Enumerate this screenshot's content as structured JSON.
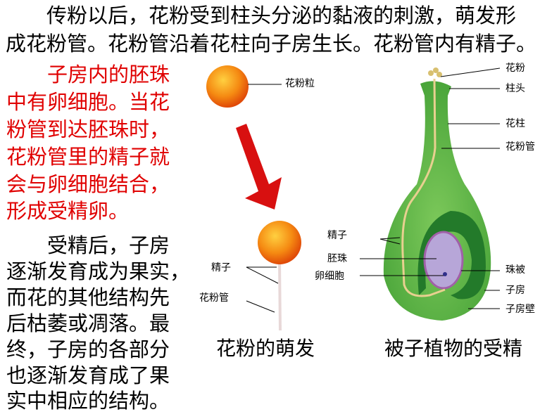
{
  "intro": [
    "　　传粉以后，花粉受到柱头分泌的黏液的刺激，萌发形",
    "成花粉管。花粉管沿着花柱向子房生长。花粉管内有精子。"
  ],
  "red_paragraph": [
    "　子房内的胚珠",
    "中有卵细胞。当花",
    "粉管到达胚珠时，",
    "花粉管里的精子就",
    "会与卵细胞结合，",
    "形成受精卵。"
  ],
  "black_paragraph": [
    "　受精后，子房",
    "逐渐发育成为果实，",
    "而花的其他结构先",
    "后枯萎或凋落。最",
    "终，子房的各部分",
    "也逐渐发育成了果",
    "实中相应的结构。"
  ],
  "pollen_figure": {
    "labels": {
      "grain": "花粉粒",
      "sperm": "精子",
      "tube": "花粉管"
    },
    "caption": "花粉的萌发"
  },
  "pistil_figure": {
    "labels": {
      "pollen": "花粉",
      "stigma": "柱头",
      "style": "花柱",
      "pollen_tube": "花粉管",
      "sperm": "精子",
      "ovule": "胚珠",
      "egg": "卵细胞",
      "integument": "珠被",
      "ovary": "子房",
      "ovary_wall": "子房壁"
    },
    "caption": "被子植物的受精"
  },
  "colors": {
    "red_text": "#e00000",
    "pistil": "#5cb246",
    "arrow": "#d81010",
    "pollen": "#f07a10"
  }
}
